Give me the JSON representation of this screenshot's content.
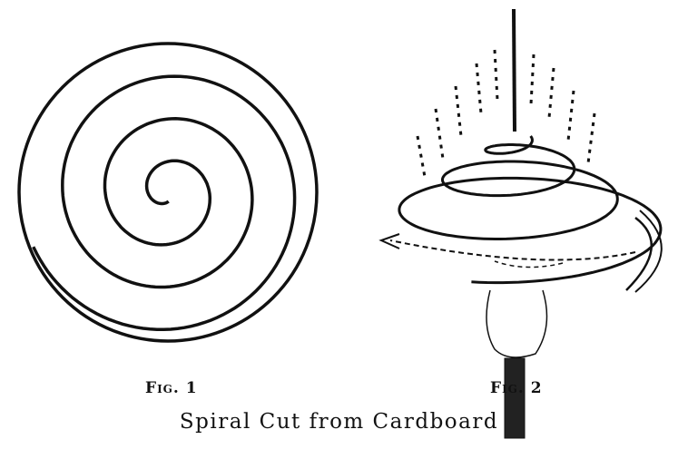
{
  "figures": [
    {
      "label": "Fig. 1"
    },
    {
      "label": "Fig. 2"
    }
  ],
  "caption": "Spiral Cut from Cardboard"
}
